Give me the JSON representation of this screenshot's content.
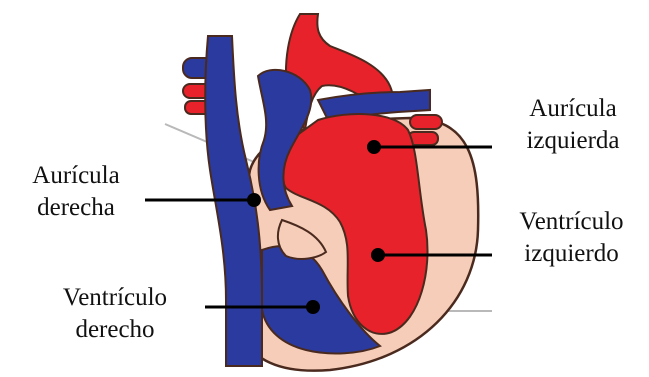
{
  "labels": {
    "auricula_derecha": {
      "line1": "Aurícula",
      "line2": "derecha"
    },
    "auricula_izquierda": {
      "line1": "Aurícula",
      "line2": "izquierda"
    },
    "ventriculo_derecho": {
      "line1": "Ventrículo",
      "line2": "derecho"
    },
    "ventriculo_izquierdo": {
      "line1": "Ventrículo",
      "line2": "izquierdo"
    }
  },
  "colors": {
    "oxygenated": "#e8222b",
    "deoxygenated": "#2b3a9e",
    "muscle": "#f6cdb8",
    "outline": "#4a2a1e",
    "pointer": "#000000"
  }
}
